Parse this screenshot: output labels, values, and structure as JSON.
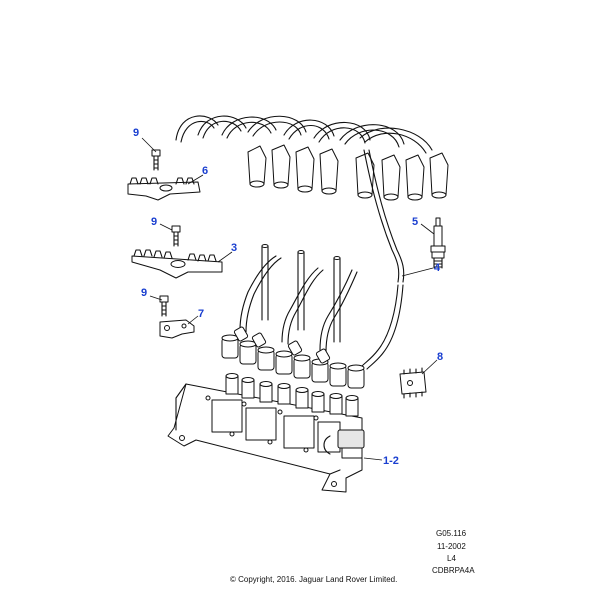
{
  "callouts": {
    "c9a": "9",
    "c6": "6",
    "c9b": "9",
    "c3": "3",
    "c9c": "9",
    "c7": "7",
    "c5": "5",
    "c4": "4",
    "c8": "8",
    "c12": "1-2"
  },
  "footer": {
    "ref": "G05.116",
    "date": "11-2002",
    "level": "L4",
    "code": "CDBRPA4A",
    "copyright": "© Copyright, 2016. Jaguar Land Rover Limited."
  },
  "colors": {
    "callout": "#1a3fd0",
    "line": "#111111",
    "shade": "#e6e6e6"
  }
}
